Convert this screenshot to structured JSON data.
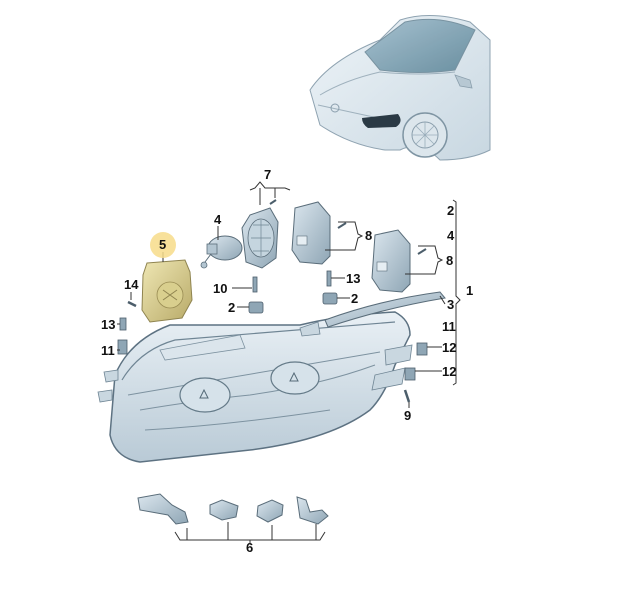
{
  "diagram": {
    "type": "exploded-parts-diagram",
    "subject": "Headlight assembly",
    "highlighted_part": "5",
    "colors": {
      "part_fill": "#c9d8e2",
      "part_stroke": "#5a6d7a",
      "highlight_fill": "#d9cf8e",
      "highlight_circle": "#f7dc8a",
      "leader_line": "#333333",
      "headlight_marker": "#2b3a45"
    },
    "labels": {
      "l1": "1",
      "l2a": "2",
      "l2b": "2",
      "l2c": "2",
      "l3": "3",
      "l4a": "4",
      "l4b": "4",
      "l5": "5",
      "l6": "6",
      "l7": "7",
      "l8a": "8",
      "l8b": "8",
      "l9": "9",
      "l10": "10",
      "l11a": "11",
      "l11b": "11",
      "l12a": "12",
      "l12b": "12",
      "l13a": "13",
      "l13b": "13",
      "l14": "14"
    },
    "assembly_bracket_items": [
      "2",
      "4",
      "8",
      "3",
      "11",
      "12",
      "12"
    ],
    "assembly_bracket_label": "1"
  }
}
